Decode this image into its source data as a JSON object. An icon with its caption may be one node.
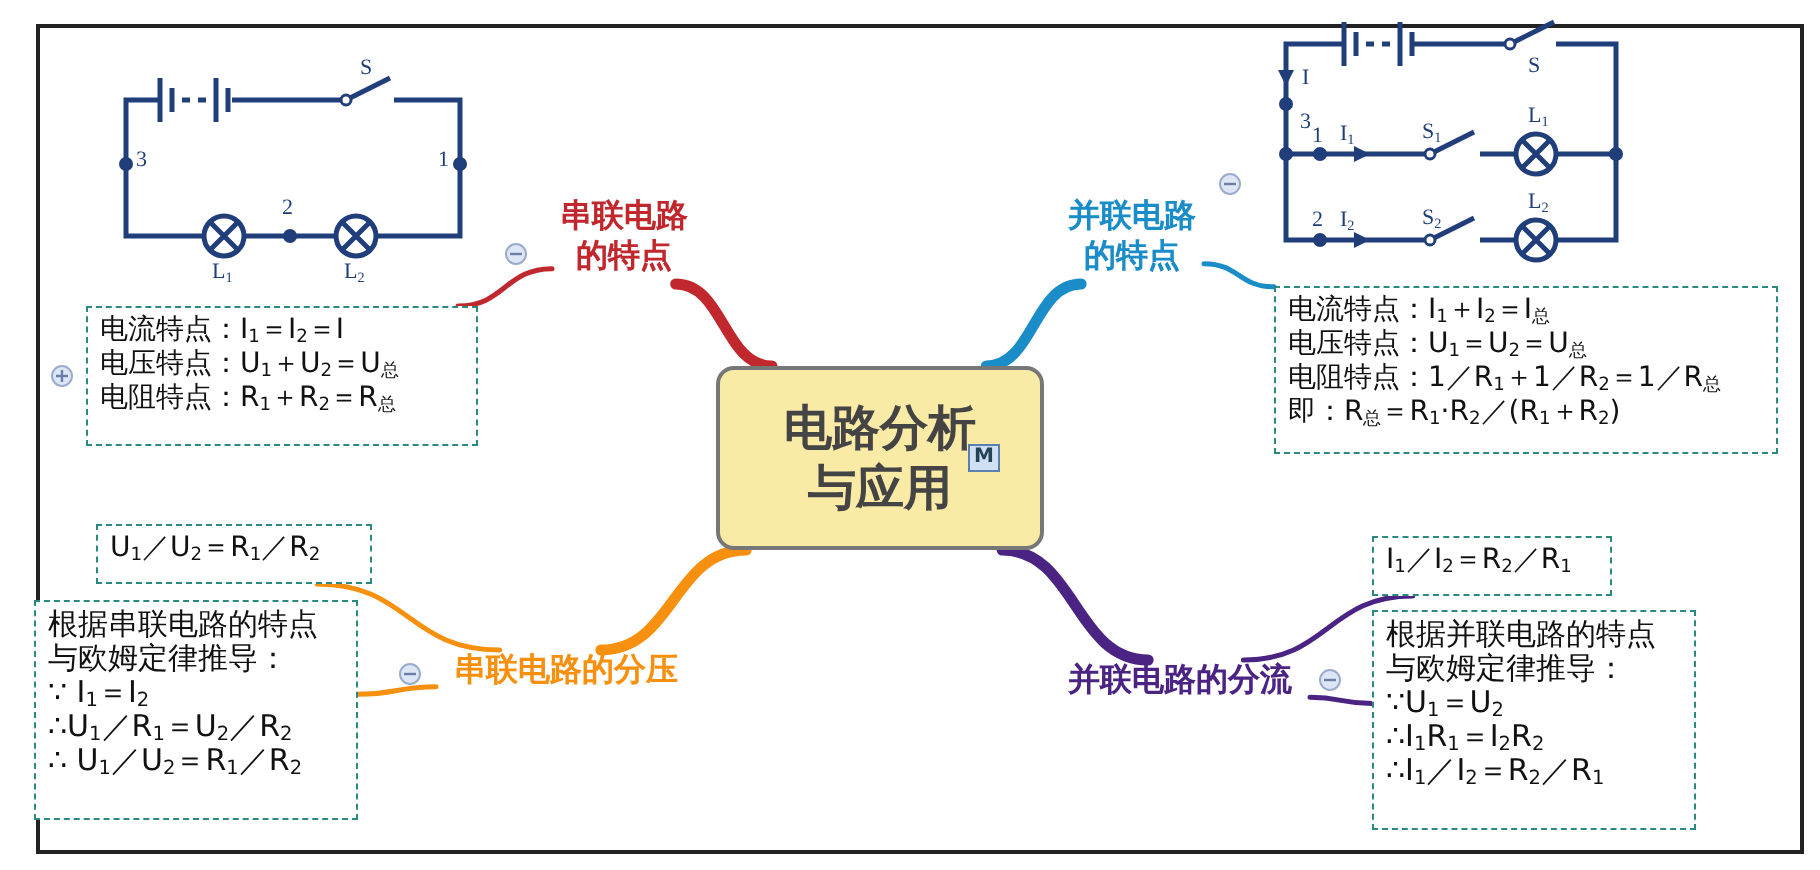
{
  "diagram": {
    "nodes": [
      {
        "text": [
          "电路分析与应用"
        ]
      },
      {
        "text": [
          "串联电路的特点"
        ]
      },
      {
        "text": [
          "电流特点：I$_{1}$＝I$_{2}$＝I",
          "电压特点：U$_{1}$＋U$_{2}$＝U$_{总}$",
          "电阻特点：R$_{1}$＋R$_{2}$＝R$_{总}$"
        ]
      },
      {
        "text": [
          "并联电路的特点"
        ]
      },
      {
        "text": [
          "电流特点：I$_{1}$＋I$_{2}$＝I$_{总}$",
          "电压特点：U$_{1}$＝U$_{2}$＝U$_{总}$",
          "电阻特点：1／R$_{1}$＋1／R$_{2}$＝1／R$_{总}$",
          "即：R$_{总}$＝R$_{1}$·R$_{2}$／(R$_{1}$＋R$_{2}$)"
        ]
      },
      {
        "text": [
          "串联电路的分压"
        ]
      },
      {
        "text": [
          "U$_{1}$／U$_{2}$＝R$_{1}$／R$_{2}$"
        ]
      },
      {
        "text": [
          "根据串联电路的特点与欧姆定律推导：",
          "∵ I$_{1}$＝I$_{2}$",
          "∴U$_{1}$／R$_{1}$＝U$_{2}$／R$_{2}$",
          "∴ U$_{1}$／U$_{2}$＝R$_{1}$／R$_{2}$"
        ]
      },
      {
        "text": [
          "并联电路的分流"
        ]
      },
      {
        "text": [
          "I$_{1}$／I$_{2}$＝R$_{2}$／R$_{1}$"
        ]
      },
      {
        "text": [
          "根据并联电路的特点与欧姆定律推导：",
          "∵U$_{1}$＝U$_{2}$",
          "∴I$_{1}$R$_{1}$＝I$_{2}$R$_{2}$",
          "∴I$_{1}$／I$_{2}$＝R$_{2}$／R$_{1}$"
        ]
      }
    ],
    "edges": [
      {
        "from": 0,
        "to": 1,
        "arrow": "none",
        "style": "thick",
        "color": "#c0282d"
      },
      {
        "from": 1,
        "to": 2,
        "arrow": "none",
        "color": "#c0282d"
      },
      {
        "from": 0,
        "to": 3,
        "arrow": "none",
        "style": "thick",
        "color": "#1a8cc8"
      },
      {
        "from": 3,
        "to": 4,
        "arrow": "none",
        "color": "#1a8cc8"
      },
      {
        "from": 0,
        "to": 5,
        "arrow": "none",
        "style": "thick",
        "color": "#f7900f"
      },
      {
        "from": 5,
        "to": 6,
        "arrow": "none",
        "color": "#f7900f"
      },
      {
        "from": 5,
        "to": 7,
        "arrow": "none",
        "color": "#f7900f"
      },
      {
        "from": 0,
        "to": 8,
        "arrow": "none",
        "style": "thick",
        "color": "#4b2383"
      },
      {
        "from": 8,
        "to": 9,
        "arrow": "none",
        "color": "#4b2383"
      },
      {
        "from": 8,
        "to": 10,
        "arrow": "none",
        "color": "#4b2383"
      }
    ],
    "labels": [
      "S",
      "3",
      "1",
      "2",
      "L$_{1}$",
      "L$_{2}$",
      "S",
      "I",
      "3",
      "1",
      "I$_{1}$",
      "S$_{1}$",
      "L$_{1}$",
      "2",
      "I$_{2}$",
      "S$_{2}$",
      "L$_{2}$",
      "M"
    ]
  }
}
